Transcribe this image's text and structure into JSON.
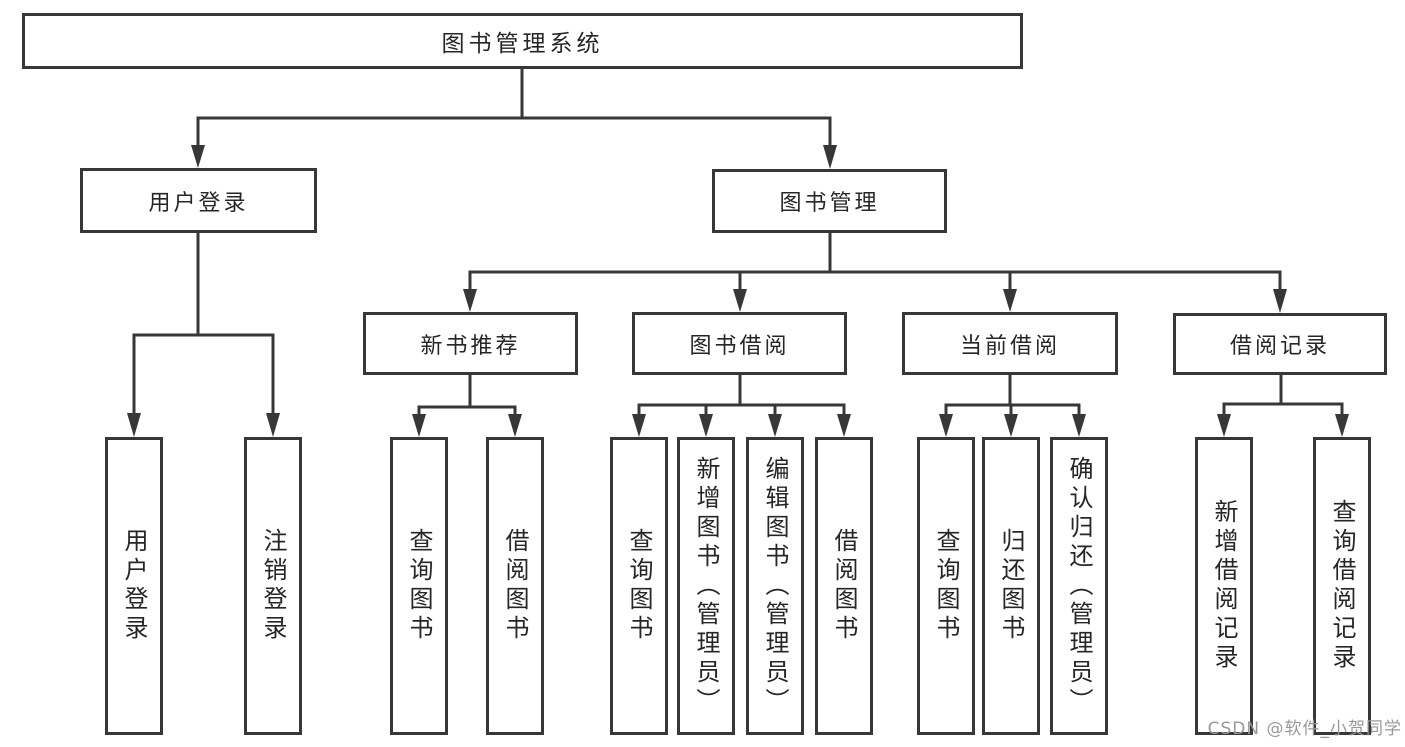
{
  "diagram_title": "图书管理系统",
  "nodes": {
    "root": "图书管理系统",
    "user_login": "用户登录",
    "book_mgmt": "图书管理",
    "new_book_rec": "新书推荐",
    "book_borrow": "图书借阅",
    "current_borrow": "当前借阅",
    "borrow_records": "借阅记录",
    "leaf_user_login": "用户登录",
    "leaf_logout": "注销登录",
    "leaf_nb_query": "查询图书",
    "leaf_nb_borrow": "借阅图书",
    "leaf_bb_query": "查询图书",
    "leaf_bb_add": "新增图书（管理员）",
    "leaf_bb_edit": "编辑图书（管理员）",
    "leaf_bb_borrow": "借阅图书",
    "leaf_cb_query": "查询图书",
    "leaf_cb_return": "归还图书",
    "leaf_cb_confirm": "确认归还（管理员）",
    "leaf_br_add": "新增借阅记录",
    "leaf_br_query": "查询借阅记录"
  },
  "hierarchy": [
    {
      "parent": "图书管理系统",
      "children": [
        "用户登录",
        "图书管理"
      ]
    },
    {
      "parent": "用户登录",
      "children": [
        "用户登录",
        "注销登录"
      ]
    },
    {
      "parent": "图书管理",
      "children": [
        "新书推荐",
        "图书借阅",
        "当前借阅",
        "借阅记录"
      ]
    },
    {
      "parent": "新书推荐",
      "children": [
        "查询图书",
        "借阅图书"
      ]
    },
    {
      "parent": "图书借阅",
      "children": [
        "查询图书",
        "新增图书（管理员）",
        "编辑图书（管理员）",
        "借阅图书"
      ]
    },
    {
      "parent": "当前借阅",
      "children": [
        "查询图书",
        "归还图书",
        "确认归还（管理员）"
      ]
    },
    {
      "parent": "借阅记录",
      "children": [
        "新增借阅记录",
        "查询借阅记录"
      ]
    }
  ],
  "watermark": {
    "text": "CSDN @软件_小贺同学"
  },
  "colors": {
    "line": "#373737",
    "border": "#373737",
    "text": "#262626",
    "watermark": "#999999",
    "background": "#ffffff"
  }
}
